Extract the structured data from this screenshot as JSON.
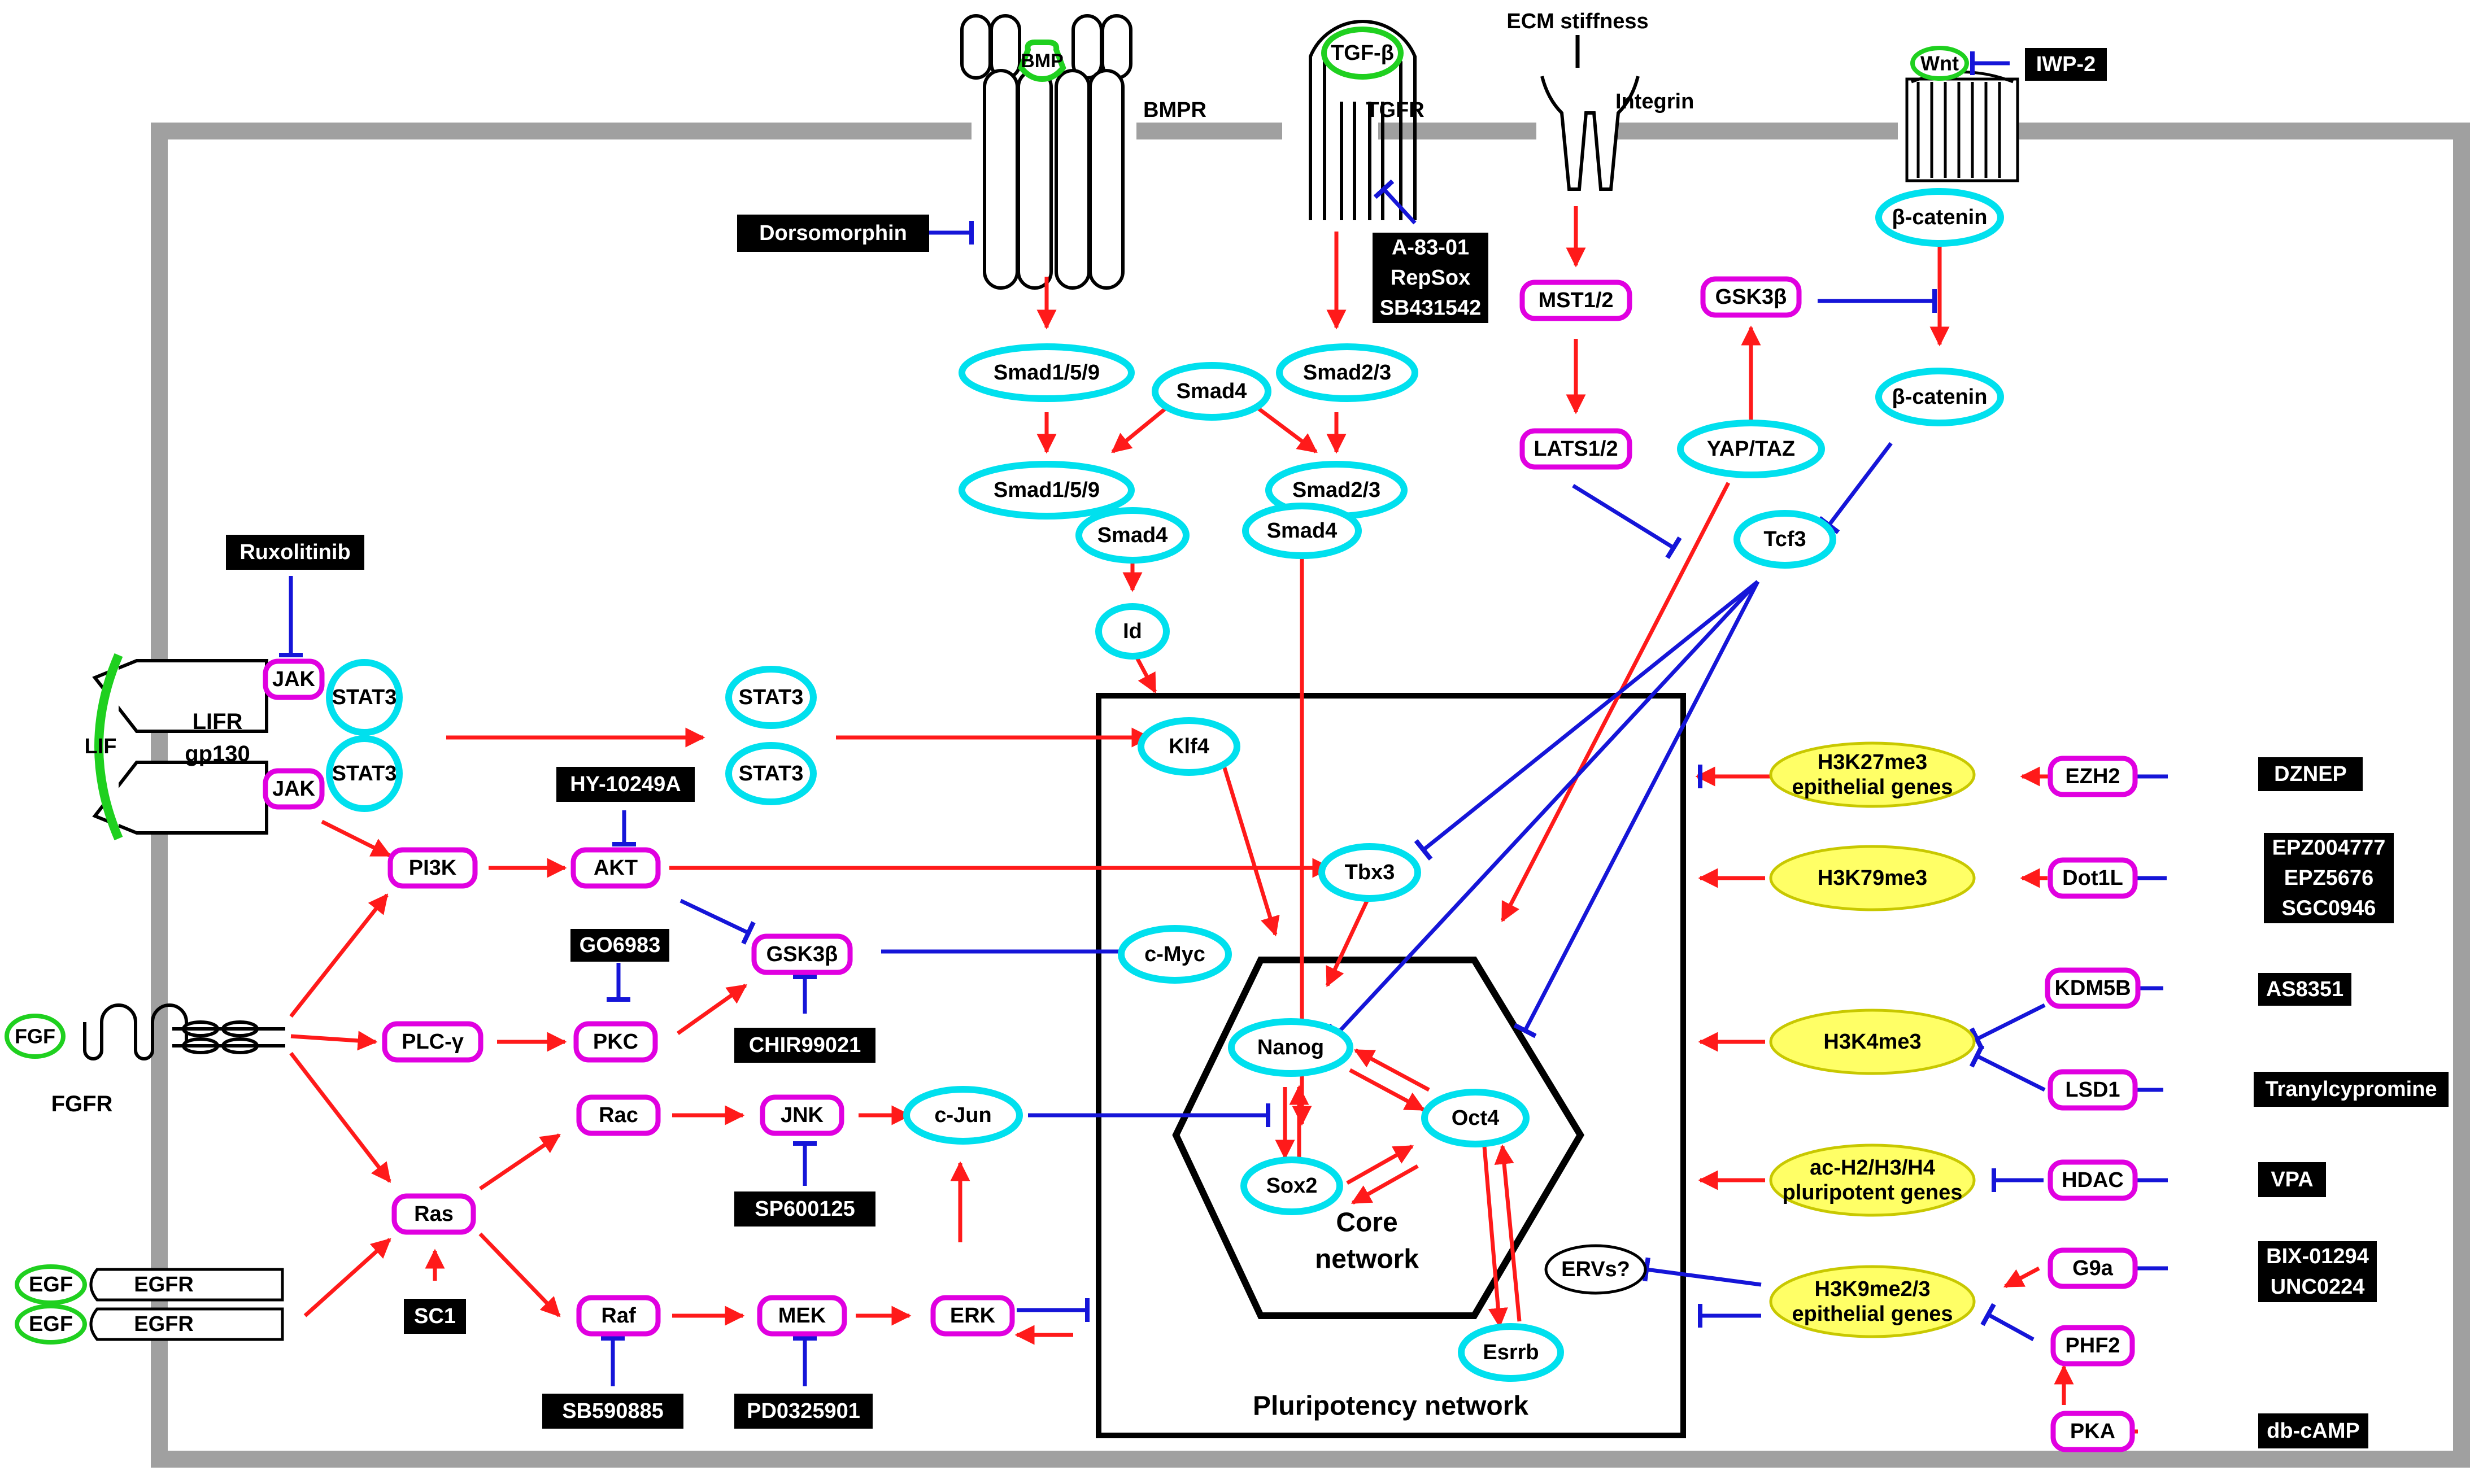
{
  "colors": {
    "activation": "#ff1a1a",
    "inhibition": "#1515d8",
    "kinase_fill": "#ffffff",
    "kinase_edge": "#e000e0",
    "factor_edge": "#00e0ee",
    "ligand_edge": "#1fd01f",
    "histone_fill": "#ffff66",
    "histone_edge": "#c8c800",
    "inhibitor_fill": "#000000",
    "membrane": "#a0a0a0"
  },
  "receptors": {
    "bmpr": "BMPR",
    "tgfr": "TGFR",
    "integrin": "Integrin",
    "ecm": "ECM stiffness",
    "lifr": "LIFR",
    "gp130": "gp130",
    "fgfr": "FGFR",
    "egfr1": "EGFR",
    "egfr2": "EGFR"
  },
  "ligands": {
    "bmp": "BMP",
    "tgfb": "TGF-β",
    "wnt": "Wnt",
    "lif": "LIF",
    "fgf": "FGF",
    "egf1": "EGF",
    "egf2": "EGF"
  },
  "kinases": {
    "jak1": "JAK",
    "jak2": "JAK",
    "pi3k": "PI3K",
    "akt": "AKT",
    "plcg": "PLC-γ",
    "pkc": "PKC",
    "gsk3b_left": "GSK3β",
    "ras": "Ras",
    "rac": "Rac",
    "jnk": "JNK",
    "raf": "Raf",
    "mek": "MEK",
    "erk": "ERK",
    "mst12": "MST1/2",
    "lats12": "LATS1/2",
    "gsk3b_right": "GSK3β",
    "ezh2": "EZH2",
    "dot1l": "Dot1L",
    "kdm5b": "KDM5B",
    "lsd1": "LSD1",
    "hdac": "HDAC",
    "g9a": "G9a",
    "phf2": "PHF2",
    "pka": "PKA"
  },
  "factors": {
    "stat3_a": "STAT3",
    "stat3_b": "STAT3",
    "stat3_c": "STAT3",
    "stat3_d": "STAT3",
    "smad159_a": "Smad1/5/9",
    "smad4_a": "Smad4",
    "smad23_a": "Smad2/3",
    "smad159_b": "Smad1/5/9",
    "smad23_b": "Smad2/3",
    "smad4_b": "Smad4",
    "smad4_c": "Smad4",
    "id": "Id",
    "klf4": "Klf4",
    "tbx3": "Tbx3",
    "cmyc": "c-Myc",
    "cjun": "c-Jun",
    "nanog": "Nanog",
    "oct4": "Oct4",
    "sox2": "Sox2",
    "esrrb": "Esrrb",
    "tcf3": "Tcf3",
    "yaptaz": "YAP/TAZ",
    "bcat1": "β-catenin",
    "bcat2": "β-catenin"
  },
  "inhibitors": {
    "dorsomorphin": "Dorsomorphin",
    "tgfb_inh": [
      "A-83-01",
      "RepSox",
      "SB431542"
    ],
    "iwp2": "IWP-2",
    "ruxolitinib": "Ruxolitinib",
    "hy10249a": "HY-10249A",
    "go6983": "GO6983",
    "chir99021": "CHIR99021",
    "sp600125": "SP600125",
    "sc1": "SC1",
    "sb590885": "SB590885",
    "pd0325901": "PD0325901",
    "dznep": "DZNEP",
    "dot1l_inh": [
      "EPZ004777",
      "EPZ5676",
      "SGC0946"
    ],
    "as8351": "AS8351",
    "tranylcypromine": "Tranylcypromine",
    "vpa": "VPA",
    "g9a_inh": [
      "BIX-01294",
      "UNC0224"
    ],
    "dbcamp": "db-cAMP"
  },
  "histone_marks": {
    "h3k27": [
      "H3K27me3",
      "epithelial genes"
    ],
    "h3k79": "H3K79me3",
    "h3k4": "H3K4me3",
    "ac": [
      "ac-H2/H3/H4",
      "pluripotent genes"
    ],
    "h3k9": [
      "H3K9me2/3",
      "epithelial genes"
    ]
  },
  "network": {
    "ervs": "ERVs?",
    "core_label": [
      "Core",
      "network"
    ],
    "pluripotency_label": "Pluripotency network"
  }
}
